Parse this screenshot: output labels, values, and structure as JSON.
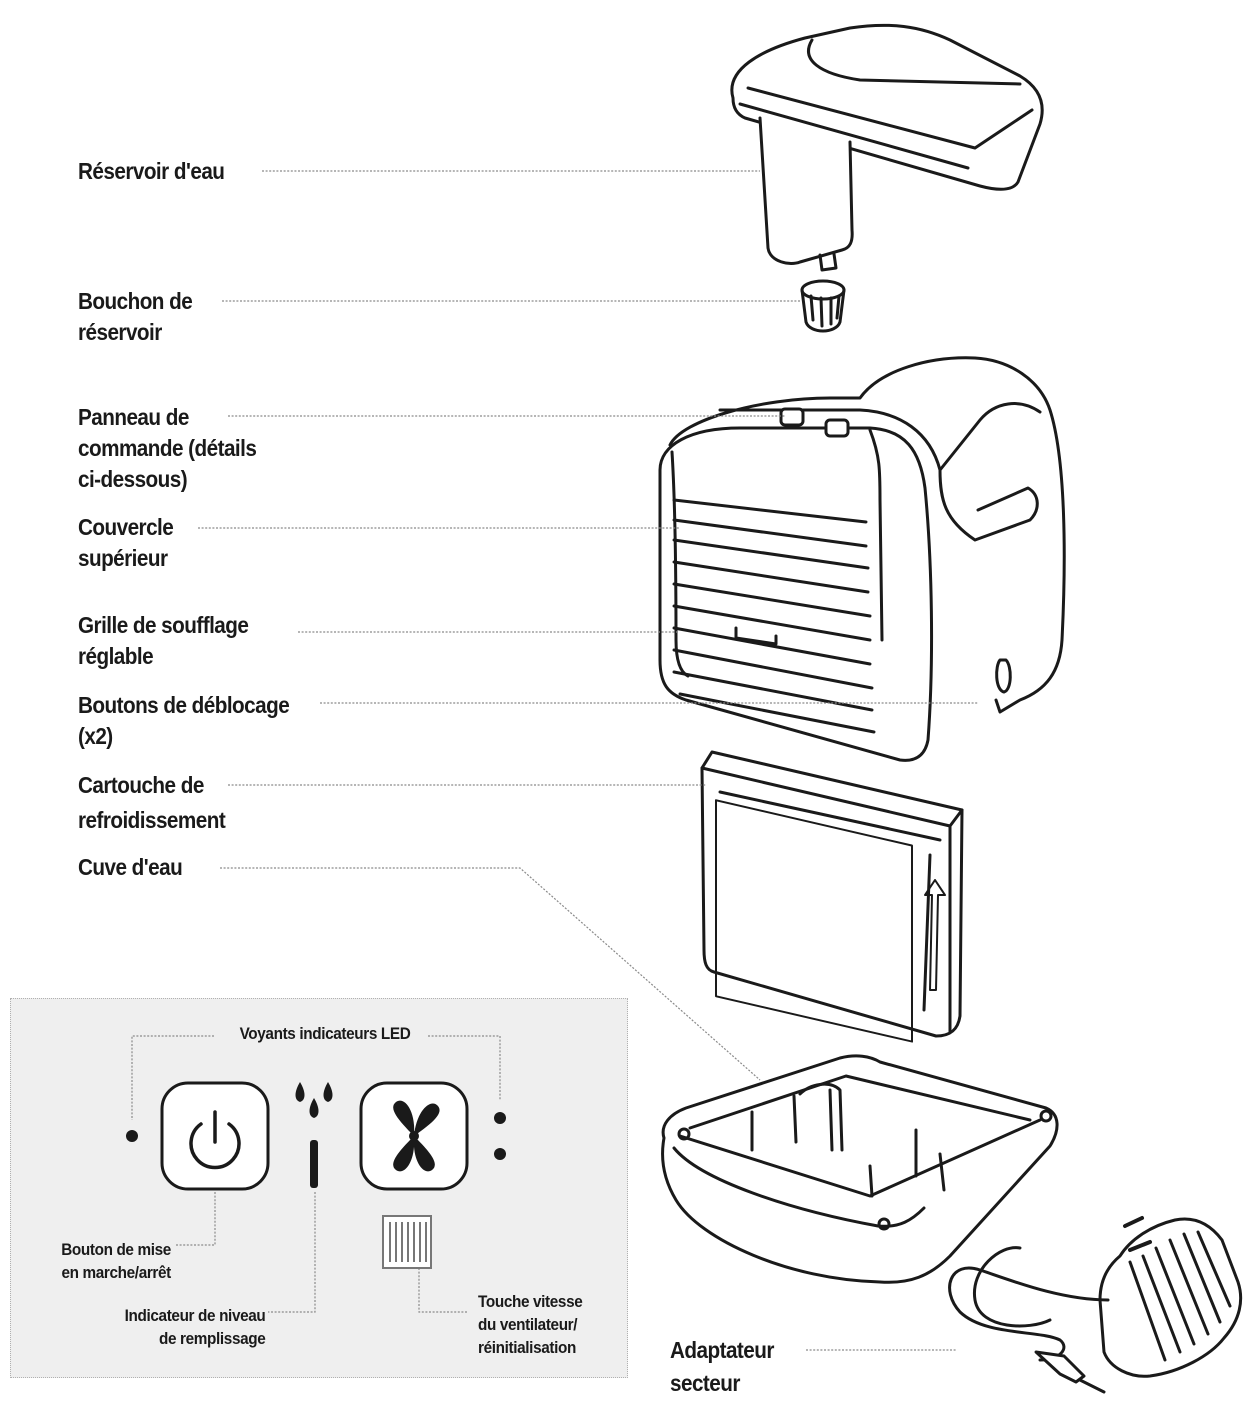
{
  "parts": {
    "water_tank": [
      "Réservoir d'eau"
    ],
    "tank_cap": [
      "Bouchon de",
      "réservoir"
    ],
    "control_panel": [
      "Panneau de",
      "commande (détails",
      "ci-dessous)"
    ],
    "top_cover": [
      "Couvercle",
      "supérieur"
    ],
    "louvre": [
      "Grille de soufflage",
      "réglable"
    ],
    "release_buttons": [
      "Boutons de déblocage",
      "(x2)"
    ],
    "cooling_cartridge": [
      "Cartouche de",
      "refroidissement"
    ],
    "water_tray": [
      "Cuve d'eau"
    ],
    "adapter": [
      "Adaptateur",
      "secteur"
    ]
  },
  "panel": {
    "led_title": "Voyants indicateurs LED",
    "power_button": [
      "Bouton de mise",
      "en marche/arrêt"
    ],
    "level_indicator": [
      "Indicateur de niveau",
      "de remplissage"
    ],
    "fan_button": [
      "Touche vitesse",
      "du ventilateur/",
      "réinitialisation"
    ]
  },
  "icons": {
    "power": "power-icon",
    "water": "water-drops-icon",
    "fan": "fan-icon",
    "filter": "filter-icon"
  },
  "colors": {
    "ink": "#1a1a1a",
    "leader": "#8a8a8a",
    "panel_border": "#b0b0b0",
    "panel_bg": "#efefef"
  }
}
